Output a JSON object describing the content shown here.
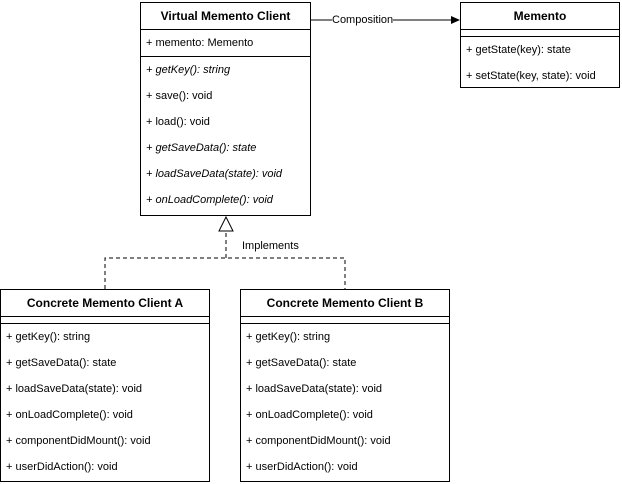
{
  "colors": {
    "stroke": "#000000",
    "background": "#ffffff"
  },
  "edges": {
    "composition_label": "Composition",
    "implements_label": "Implements"
  },
  "classes": {
    "virtual_client": {
      "title": "Virtual Memento Client",
      "attributes": [
        "+ memento: Memento"
      ],
      "methods": [
        {
          "text": "+ getKey(): string",
          "abstract": true
        },
        {
          "text": "+ save(): void",
          "abstract": false
        },
        {
          "text": "+ load(): void",
          "abstract": false
        },
        {
          "text": "+ getSaveData(): state",
          "abstract": true
        },
        {
          "text": "+ loadSaveData(state): void",
          "abstract": true
        },
        {
          "text": "+ onLoadComplete(): void",
          "abstract": true
        }
      ]
    },
    "memento": {
      "title": "Memento",
      "attributes": [],
      "methods": [
        {
          "text": "+ getState(key): state",
          "abstract": false
        },
        {
          "text": "+ setState(key, state): void",
          "abstract": false
        }
      ]
    },
    "client_a": {
      "title": "Concrete Memento Client A",
      "attributes": [],
      "methods": [
        {
          "text": "+ getKey(): string",
          "abstract": false
        },
        {
          "text": "+ getSaveData(): state",
          "abstract": false
        },
        {
          "text": "+ loadSaveData(state): void",
          "abstract": false
        },
        {
          "text": "+ onLoadComplete(): void",
          "abstract": false
        },
        {
          "text": "+ componentDidMount(): void",
          "abstract": false
        },
        {
          "text": "+ userDidAction(): void",
          "abstract": false
        }
      ]
    },
    "client_b": {
      "title": "Concrete Memento Client B",
      "attributes": [],
      "methods": [
        {
          "text": "+ getKey(): string",
          "abstract": false
        },
        {
          "text": "+ getSaveData(): state",
          "abstract": false
        },
        {
          "text": "+ loadSaveData(state): void",
          "abstract": false
        },
        {
          "text": "+ onLoadComplete(): void",
          "abstract": false
        },
        {
          "text": "+ componentDidMount(): void",
          "abstract": false
        },
        {
          "text": "+ userDidAction(): void",
          "abstract": false
        }
      ]
    }
  }
}
